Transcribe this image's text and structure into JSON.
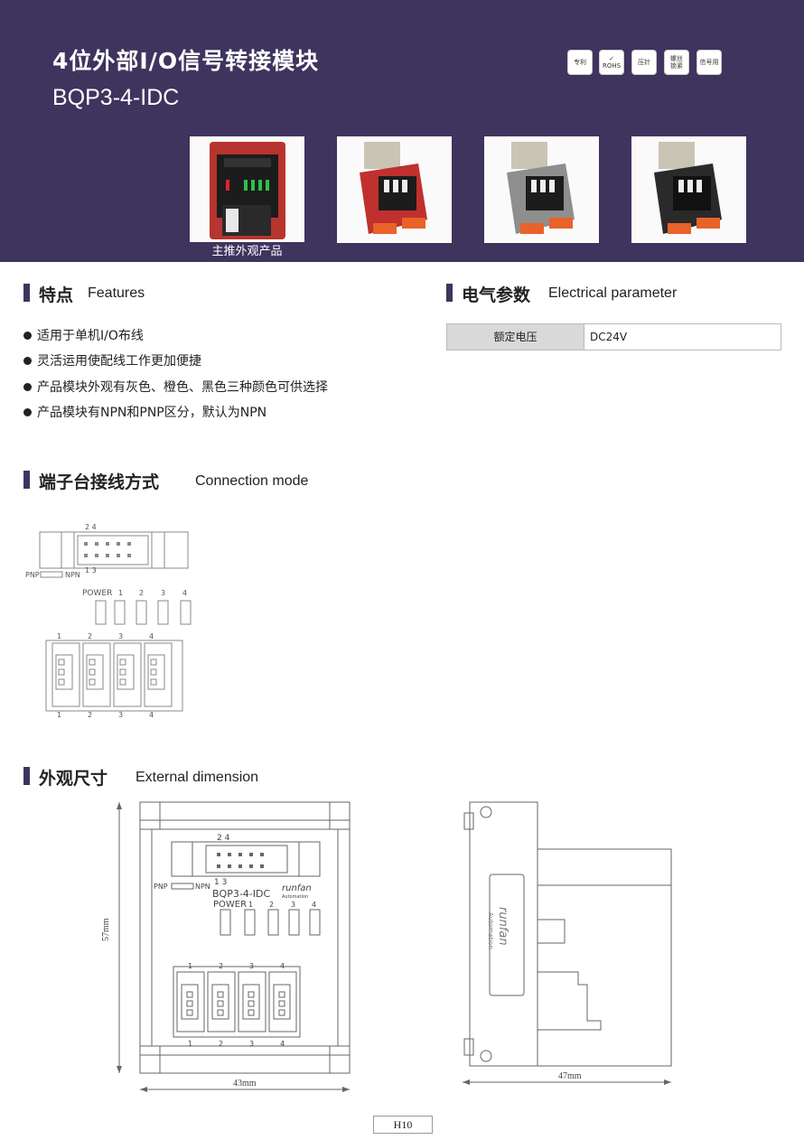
{
  "header": {
    "title_cn": "4位外部I/O信号转接模块",
    "model": "BQP3-4-IDC",
    "badges": [
      "专利",
      "ROHS",
      "压针",
      "螺丝锁紧",
      "信号用"
    ],
    "photo_caption": "主推外观产品"
  },
  "features": {
    "title_cn": "特点",
    "title_en": "Features",
    "items": [
      "适用于单机I/O布线",
      "灵活运用使配线工作更加便捷",
      "产品模块外观有灰色、橙色、黑色三种颜色可供选择",
      "产品模块有NPN和PNP区分，默认为NPN"
    ]
  },
  "electrical": {
    "title_cn": "电气参数",
    "title_en": "Electrical parameter",
    "rows": [
      {
        "key": "额定电压",
        "value": "DC24V"
      }
    ]
  },
  "connection": {
    "title_cn": "端子台接线方式",
    "title_en": "Connection mode",
    "pin_top": "2 4",
    "pin_bottom": "1    3",
    "pnp": "PNP",
    "npn": "NPN",
    "power": "POWER",
    "led_nums": [
      "1",
      "2",
      "3",
      "4"
    ],
    "terminal_nums": [
      "1",
      "2",
      "3",
      "4"
    ]
  },
  "dimension": {
    "title_cn": "外观尺寸",
    "title_en": "External dimension",
    "model_label": "BQP3-4-IDC",
    "brand": "runfan",
    "brand_sub": "Automation",
    "height": "57mm",
    "width": "43mm",
    "depth": "47mm"
  },
  "page_code": "H10",
  "colors": {
    "header_bg": "#3e345e",
    "photo_red": "#c0302e",
    "photo_orange": "#e8622a"
  }
}
